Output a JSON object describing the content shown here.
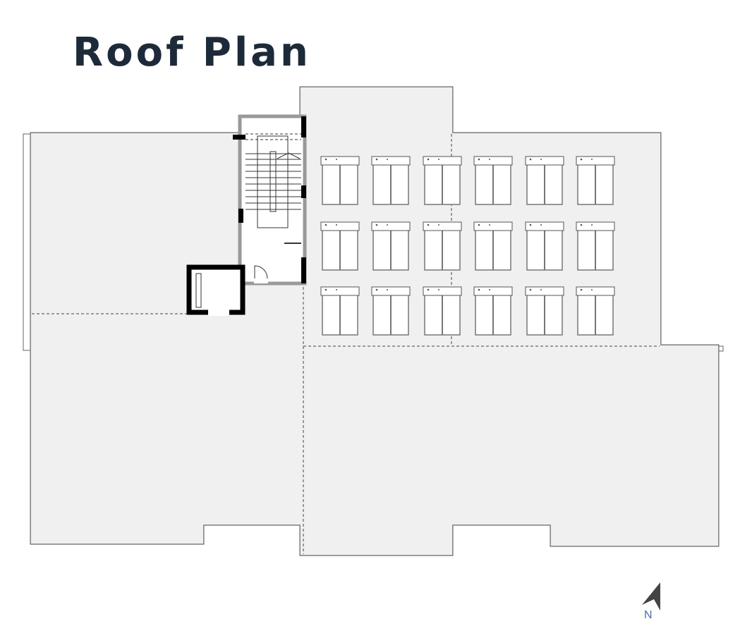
{
  "title": "Roof Plan",
  "north_label": "N",
  "colors": {
    "roof_fill": "#f0f0f0",
    "outline": "#555555",
    "title": "#1d2a3a",
    "wall": "#000000",
    "wall_grey": "#a8a8a8",
    "arrow": "#444444"
  },
  "units": {
    "rows": 3,
    "columns": 6,
    "icon": "solar-water-heater-icon"
  }
}
